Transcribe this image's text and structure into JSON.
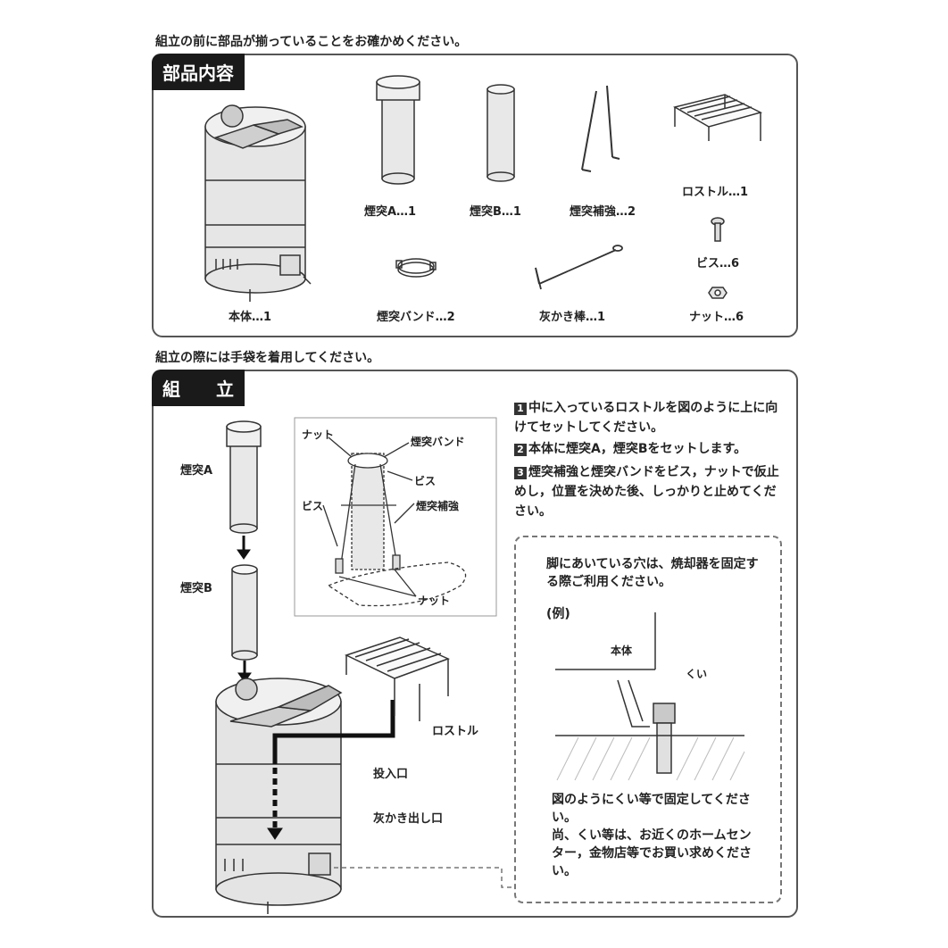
{
  "notes": {
    "before_assembly": "組立の前に部品が揃っていることをお確かめください。",
    "gloves": "組立の際には手袋を着用してください。"
  },
  "parts_panel": {
    "tag": "部品内容",
    "items": [
      {
        "label": "本体…1"
      },
      {
        "label": "煙突A…1"
      },
      {
        "label": "煙突B…1"
      },
      {
        "label": "煙突補強…2"
      },
      {
        "label": "ロストル…1"
      },
      {
        "label": "ビス…6"
      },
      {
        "label": "煙突バンド…2"
      },
      {
        "label": "灰かき棒…1"
      },
      {
        "label": "ナット…6"
      }
    ]
  },
  "assembly_panel": {
    "tag": "組　　立",
    "labels": {
      "chimney_a": "煙突A",
      "chimney_b": "煙突B",
      "rostle": "ロストル",
      "inlet": "投入口",
      "ash_outlet": "灰かき出し口"
    },
    "detail_labels": {
      "nut_top": "ナット",
      "band": "煙突バンド",
      "bis_right": "ビス",
      "bis_left": "ビス",
      "reinforce": "煙突補強",
      "nut_bottom": "ナット"
    },
    "steps": [
      {
        "num": "1",
        "text": "中に入っているロストルを図のように上に向けてセットしてください。"
      },
      {
        "num": "2",
        "text": "本体に煙突A，煙突Bをセットします。"
      },
      {
        "num": "3",
        "text": "煙突補強と煙突バンドをビス，ナットで仮止めし，位置を決めた後、しっかりと止めてください。"
      }
    ],
    "tip": {
      "intro": "脚にあいている穴は、焼却器を固定する際ご利用ください。",
      "example": "(例)",
      "body_label": "本体",
      "stake_label": "くい",
      "footer_1": "図のようにくい等で固定してください。",
      "footer_2": "尚、くい等は、お近くのホームセンター，金物店等でお買い求めください。"
    }
  }
}
